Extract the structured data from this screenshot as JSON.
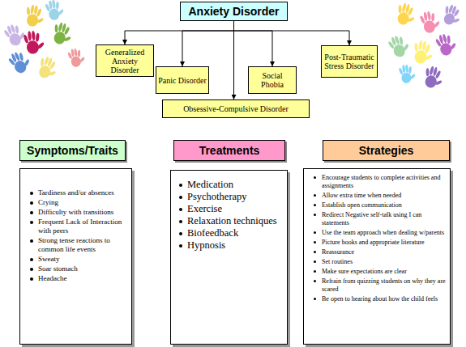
{
  "diagram": {
    "nodes": [
      {
        "text": [
          "Anxiety Disorder"
        ]
      },
      {
        "text": [
          "Generalized Anxiety Disorder"
        ]
      },
      {
        "text": [
          "Panic Disorder"
        ]
      },
      {
        "text": [
          "Social Phobia"
        ]
      },
      {
        "text": [
          "Post-Traumatic Stress Disorder"
        ]
      },
      {
        "text": [
          "Obsessive-Compulsive Disorder"
        ]
      },
      {
        "text": [
          "Symptoms/Traits"
        ]
      },
      {
        "text": [
          "Treatments"
        ]
      },
      {
        "text": [
          "Strategies"
        ]
      },
      {
        "text": [
          "Tardiness and/or absences",
          "Crying",
          "Difficulty with transitions",
          "Frequent Lack of Interaction with peers",
          "Strong tense reactions to common life events",
          "Sweaty",
          "Soar stomach",
          "Headache"
        ]
      },
      {
        "text": [
          "Medication",
          "Psychotherapy",
          "Exercise",
          "Relaxation techniques",
          "Biofeedback",
          "Hypnosis"
        ]
      },
      {
        "text": [
          "Encourage students to complete activities and assignments",
          "Allow extra time when needed",
          "Establish open communication",
          "Redirect Negative self-talk using I can statements",
          "Use the team approach when dealing w/parents",
          "Picture books and appropriate literature",
          "Reassurance",
          "Set routines",
          "Make sure expectations are clear",
          "Refrain from quizzing students on why they are scared",
          "Be open to hearing about how the child feels"
        ]
      }
    ],
    "edges": [
      {
        "from": 0,
        "to": 1,
        "arrow": "to"
      },
      {
        "from": 0,
        "to": 2,
        "arrow": "to"
      },
      {
        "from": 0,
        "to": 5,
        "arrow": "to"
      },
      {
        "from": 0,
        "to": 3,
        "arrow": "to"
      },
      {
        "from": 0,
        "to": 4,
        "arrow": "to"
      }
    ]
  }
}
